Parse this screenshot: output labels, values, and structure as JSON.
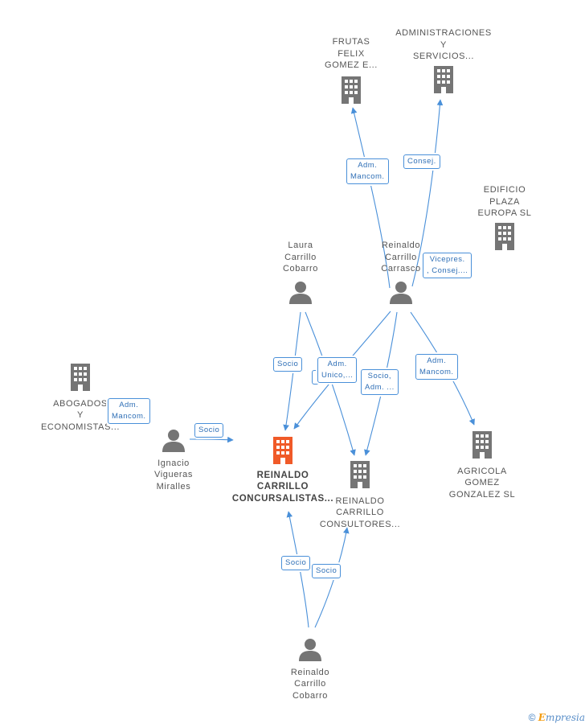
{
  "nodes": {
    "frutas": [
      "FRUTAS",
      "FELIX",
      "GOMEZ E..."
    ],
    "administraciones": [
      "ADMINISTRACIONES",
      "Y",
      "SERVICIOS..."
    ],
    "edificio": [
      "EDIFICIO",
      "PLAZA",
      "EUROPA SL"
    ],
    "laura": [
      "Laura",
      "Carrillo",
      "Cobarro"
    ],
    "reinaldo_carrasco": [
      "Reinaldo",
      "Carrillo",
      "Carrasco"
    ],
    "abogados": [
      "ABOGADOS",
      "Y",
      "ECONOMISTAS..."
    ],
    "ignacio": [
      "Ignacio",
      "Vigueras",
      "Miralles"
    ],
    "concursalistas": [
      "REINALDO",
      "CARRILLO",
      "CONCURSALISTAS..."
    ],
    "consultores": [
      "REINALDO",
      "CARRILLO",
      "CONSULTORES..."
    ],
    "agricola": [
      "AGRICOLA",
      "GOMEZ",
      "GONZALEZ  SL"
    ],
    "reinaldo_cobarro": [
      "Reinaldo",
      "Carrillo",
      "Cobarro"
    ]
  },
  "edge_labels": {
    "adm_mancom_frutas": [
      "Adm.",
      "Mancom."
    ],
    "consej_admin": [
      "Consej."
    ],
    "vicepres": [
      "Vicepres.",
      ", Consej...."
    ],
    "socio_laura": [
      "Socio"
    ],
    "adm_unico": [
      "Adm.",
      "Unico,..."
    ],
    "socio_adm": [
      "Socio,",
      "Adm. ..."
    ],
    "adm_mancom_agricola": [
      "Adm.",
      "Mancom."
    ],
    "adm_mancom_abogados": [
      "Adm.",
      "Mancom."
    ],
    "socio_ignacio": [
      "Socio"
    ],
    "socio_cobarro_1": [
      "Socio"
    ],
    "socio_cobarro_2": [
      "Socio"
    ]
  },
  "footer": {
    "copyright": "©",
    "brand_e": "E",
    "brand_rest": "mpresia"
  },
  "colors": {
    "company_icon": "#757575",
    "main_company_icon": "#f05a28",
    "person_icon": "#757575",
    "edge": "#4a90d9",
    "edge_label_text": "#2f6fb6"
  }
}
